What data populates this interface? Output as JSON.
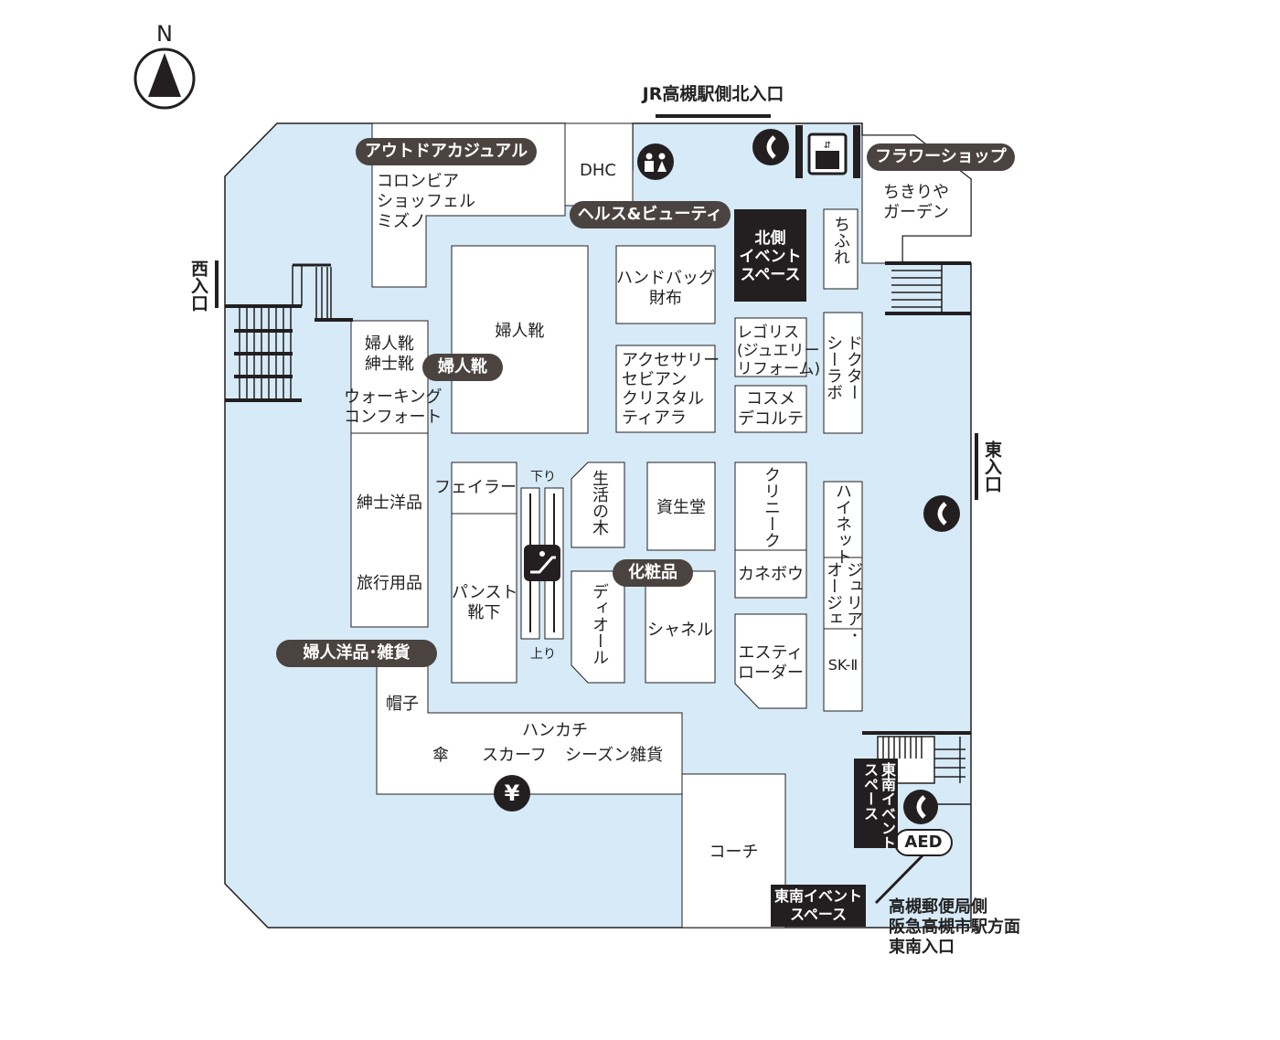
{
  "compass": {
    "label": "N"
  },
  "entrances": {
    "north": "JR高槻駅側北入口",
    "west": "西入口",
    "east": "東入口",
    "southeast": "高槻郵便局側\n阪急高槻市駅方面\n東南入口"
  },
  "categories": {
    "outdoor_casual": "アウトドアカジュアル",
    "health_beauty": "ヘルス&ビューティ",
    "flower_shop": "フラワーショップ",
    "ladies_shoes": "婦人靴",
    "cosmetics": "化粧品",
    "ladies_wear": "婦人洋品･雑貨"
  },
  "stores": {
    "columbia": "コロンビア\nショッフェル\nミズノ",
    "dhc": "DHC",
    "chikiriya": "ちきりや\nガーデン",
    "chifure": "ちふれ",
    "ladies_shoes_main": "婦人靴",
    "handbag": "ハンドバッグ\n財布",
    "regolis": "レゴリス\n(ジュエリー\nリフォーム)",
    "accessory": "アクセサリー\nセビアン\nクリスタル\nティアラ",
    "cosme": "コスメ\nデコルテ",
    "dr_ci": "ドクター\nシーラボ",
    "shoes_left": "婦人靴\n紳士靴",
    "walking": "ウォーキング\nコンフォート",
    "mens_wear": "紳士洋品",
    "travel": "旅行用品",
    "feiler": "フェイラー",
    "pantyhose": "パンスト\n靴下",
    "seikatsu": "生活の木",
    "shiseido": "資生堂",
    "clinique": "クリニーク",
    "kanebo": "カネボウ",
    "hainet": "ハイネット",
    "julia": "ジュリア･\nオージェ",
    "dior": "ディオール",
    "chanel": "シャネル",
    "estee": "エスティ\nローダー",
    "sk2": "SK-Ⅱ",
    "hat": "帽子",
    "handkerchief": "ハンカチ",
    "umbrella": "傘",
    "scarf": "スカーフ",
    "season": "シーズン雑貨",
    "coach": "コーチ"
  },
  "events": {
    "north": "北側\nイベント\nスペース",
    "southeast_vertical": "東南イベント\nスペース",
    "southeast_horizontal": "東南イベント\nスペース"
  },
  "escalator": {
    "down": "下り",
    "up": "上り"
  },
  "facilities": {
    "aed": "AED",
    "atm": "¥"
  },
  "icons": [
    "phone-icon",
    "elevator-icon",
    "restroom-icon",
    "escalator-icon",
    "atm-icon"
  ],
  "colors": {
    "floor": "#d6eaf7",
    "wall": "#231f20",
    "pill": "#4a4340"
  }
}
